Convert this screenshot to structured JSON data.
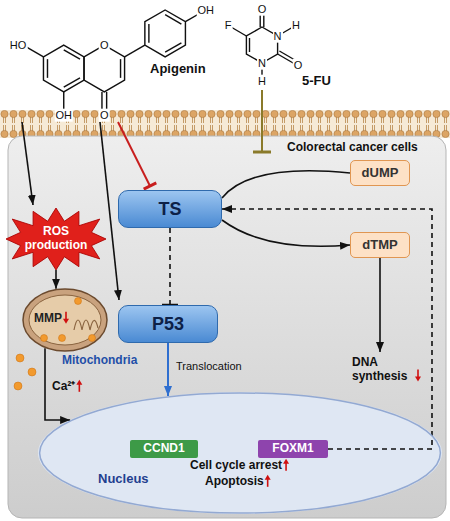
{
  "diagram": {
    "nodes": [
      {
        "text": [
          "Colorectal cancer cells"
        ]
      },
      {
        "text": [
          "ROS production"
        ],
        "in": 0
      },
      {
        "text": [
          "TS"
        ],
        "in": 0
      },
      {
        "text": [
          "dUMP"
        ],
        "in": 0
      },
      {
        "text": [
          "dTMP"
        ],
        "in": 0
      },
      {
        "text": [
          "MMP",
          "Mitochondria"
        ],
        "in": 0
      },
      {
        "text": [
          "P53"
        ],
        "in": 0
      },
      {
        "text": [
          "Nucleus"
        ],
        "in": 0
      },
      {
        "text": [
          "CCND1"
        ],
        "in": 7
      },
      {
        "text": [
          "FOXM1"
        ],
        "in": 7
      }
    ],
    "edges": [
      {
        "from": 1,
        "to": 5,
        "arrow": "to"
      },
      {
        "from": 3,
        "to": 2,
        "arrow": "none"
      },
      {
        "from": 2,
        "to": 4,
        "arrow": "to"
      },
      {
        "from": 2,
        "to": 6,
        "arrow": "to"
      },
      {
        "from": 6,
        "to": 7,
        "label": "Translocation",
        "arrow": "to"
      },
      {
        "from": 5,
        "to": 7,
        "label": "Ca²⁺",
        "arrow": "to"
      },
      {
        "from": 9,
        "to": 2,
        "arrow": "to"
      }
    ],
    "labels": [
      "OH",
      "HO",
      "O",
      "Apigenin",
      "OH",
      "O",
      "O",
      "F",
      "N",
      "H",
      "O",
      "N",
      "H",
      "5-FU",
      "DNA synthesis",
      "Cell cycle arrest",
      "Apoptosis"
    ]
  }
}
